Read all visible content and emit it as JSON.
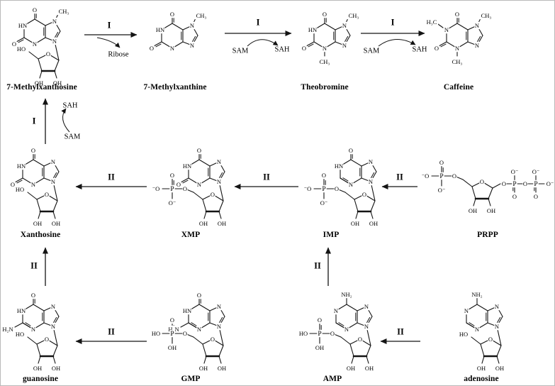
{
  "colors": {
    "background": "#ffffff",
    "line": "#141414",
    "text": "#000000",
    "border": "#b9b9b9"
  },
  "glyphs": {
    "o": "O",
    "n": "N",
    "hn": "HN",
    "p": "P",
    "h": "H",
    "oh": "OH",
    "ho": "HO",
    "o_minus": "O⁻",
    "minus_o": "⁻O",
    "methyl": "CH₃",
    "methyl_left": "H₃C",
    "amino": "NH₂",
    "amino_left": "H₂N"
  },
  "compounds": [
    {
      "name": "7-Methylxanthosine",
      "structure": {
        "base": "xanthine",
        "methyls": [
          "N7"
        ],
        "sugar": "ribose",
        "c5": "HO"
      }
    },
    {
      "name": "7-Methylxanthine",
      "structure": {
        "base": "xanthine",
        "methyls": [
          "N7"
        ]
      }
    },
    {
      "name": "Theobromine",
      "structure": {
        "base": "xanthine",
        "methyls": [
          "N3",
          "N7"
        ]
      }
    },
    {
      "name": "Caffeine",
      "structure": {
        "base": "xanthine",
        "methyls": [
          "N1",
          "N3",
          "N7"
        ]
      }
    },
    {
      "name": "Xanthosine",
      "structure": {
        "base": "xanthine",
        "sugar": "ribose",
        "c5": "HO"
      }
    },
    {
      "name": "XMP",
      "structure": {
        "base": "xanthine",
        "sugar": "ribose",
        "c5": "phosphate-anion"
      }
    },
    {
      "name": "IMP",
      "structure": {
        "base": "hypoxanthine",
        "sugar": "ribose",
        "c5": "phosphate-anion"
      }
    },
    {
      "name": "PRPP",
      "structure": {
        "base": null,
        "sugar": "ribose",
        "c5": "phosphate-anion",
        "c1": "pyrophosphate"
      }
    },
    {
      "name": "guanosine",
      "structure": {
        "base": "guanine",
        "sugar": "ribose",
        "c5": "HO"
      }
    },
    {
      "name": "GMP",
      "structure": {
        "base": "guanine",
        "sugar": "ribose",
        "c5": "phosphate-acid"
      }
    },
    {
      "name": "AMP",
      "structure": {
        "base": "adenine",
        "sugar": "ribose",
        "c5": "phosphate-acid"
      }
    },
    {
      "name": "adenosine",
      "structure": {
        "base": "adenine",
        "sugar": "ribose",
        "c5": "HO"
      }
    }
  ],
  "reactions": [
    {
      "from": "7-Methylxanthosine",
      "to": "7-Methylxanthine",
      "enzyme": "I",
      "byproduct": "Ribose"
    },
    {
      "from": "7-Methylxanthine",
      "to": "Theobromine",
      "enzyme": "I",
      "cofactor_in": "SAM",
      "cofactor_out": "SAH"
    },
    {
      "from": "Theobromine",
      "to": "Caffeine",
      "enzyme": "I",
      "cofactor_in": "SAM",
      "cofactor_out": "SAH"
    },
    {
      "from": "Xanthosine",
      "to": "7-Methylxanthosine",
      "enzyme": "I",
      "cofactor_in": "SAM",
      "cofactor_out": "SAH"
    },
    {
      "from": "XMP",
      "to": "Xanthosine",
      "enzyme": "II"
    },
    {
      "from": "IMP",
      "to": "XMP",
      "enzyme": "II"
    },
    {
      "from": "PRPP",
      "to": "IMP",
      "enzyme": "II"
    },
    {
      "from": "guanosine",
      "to": "Xanthosine",
      "enzyme": "II"
    },
    {
      "from": "AMP",
      "to": "IMP",
      "enzyme": "II"
    },
    {
      "from": "GMP",
      "to": "guanosine",
      "enzyme": "II"
    },
    {
      "from": "adenosine",
      "to": "AMP",
      "enzyme": "II"
    }
  ]
}
